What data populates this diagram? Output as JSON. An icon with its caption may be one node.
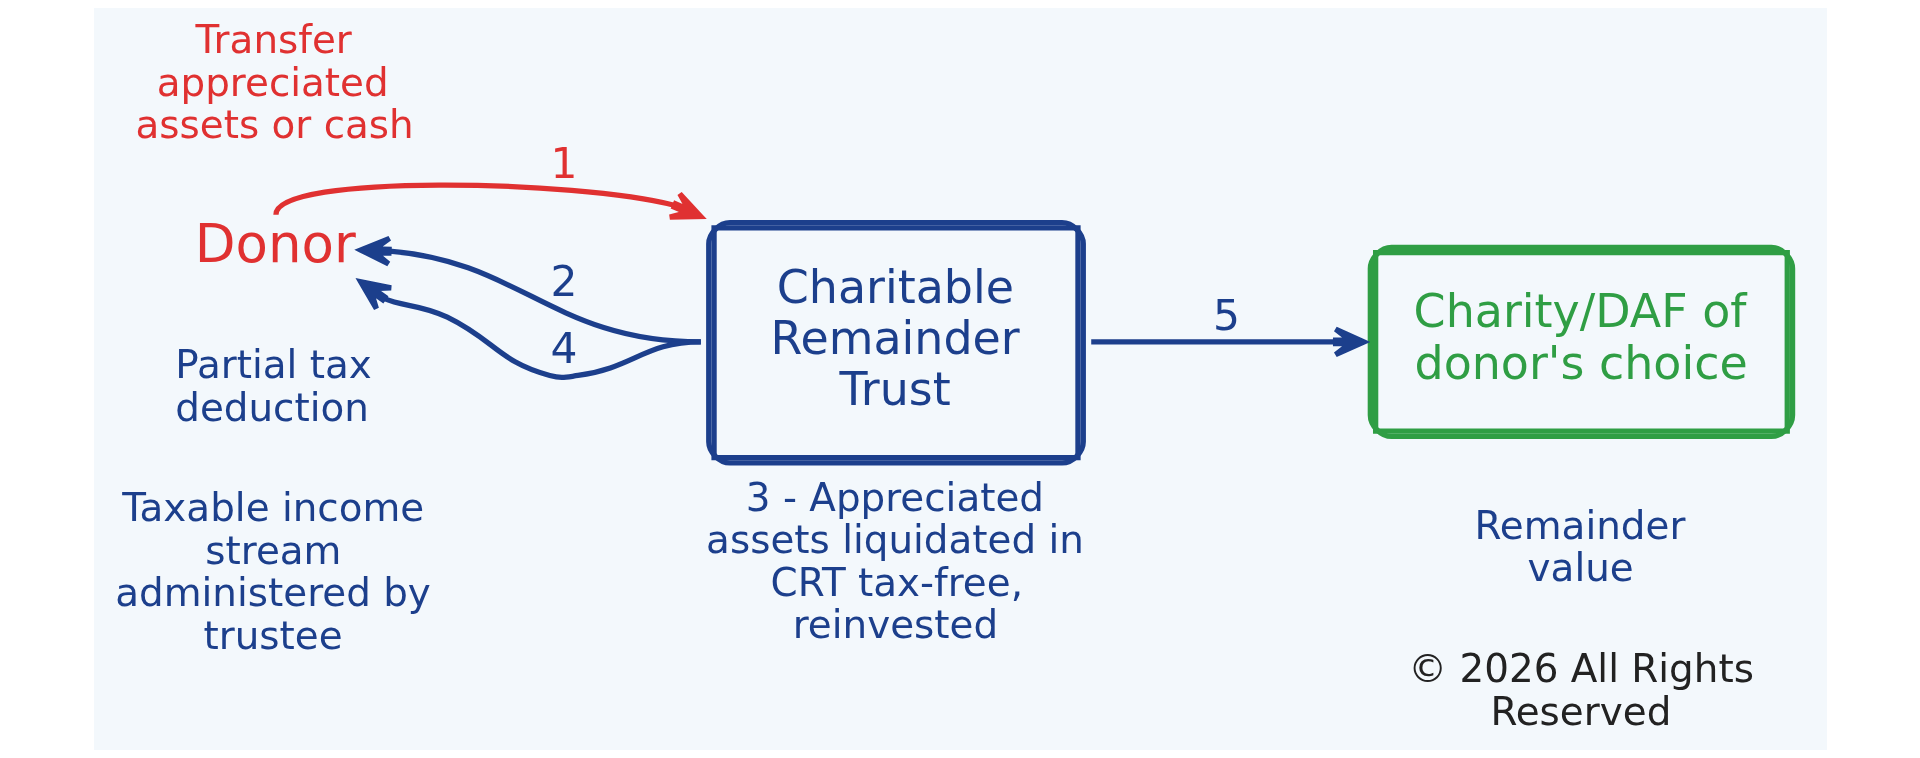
{
  "diagram": {
    "nodes": [
      {
        "text": [
          "Donor"
        ]
      },
      {
        "text": [
          "Charitable Remainder Trust"
        ],
        "beside": [
          "3 - Appreciated assets liquidated in CRT tax-free, reinvested"
        ]
      },
      {
        "text": [
          "Charity/DAF of donor's choice"
        ]
      }
    ],
    "edges": [
      {
        "from": 0,
        "to": 1,
        "arrow": "to",
        "label": "1",
        "color": "#e03131"
      },
      {
        "from": 1,
        "to": 0,
        "arrow": "to",
        "label": "2"
      },
      {
        "from": 1,
        "to": 0,
        "arrow": "to",
        "label": "4"
      },
      {
        "from": 1,
        "to": 2,
        "arrow": "to",
        "label": "5"
      }
    ],
    "labels": [
      "Transfer appreciated assets or cash",
      "Partial tax deduction",
      "Remainder value",
      "Taxable income stream administered by trustee",
      "© 2026 All Rights Reserved"
    ]
  }
}
